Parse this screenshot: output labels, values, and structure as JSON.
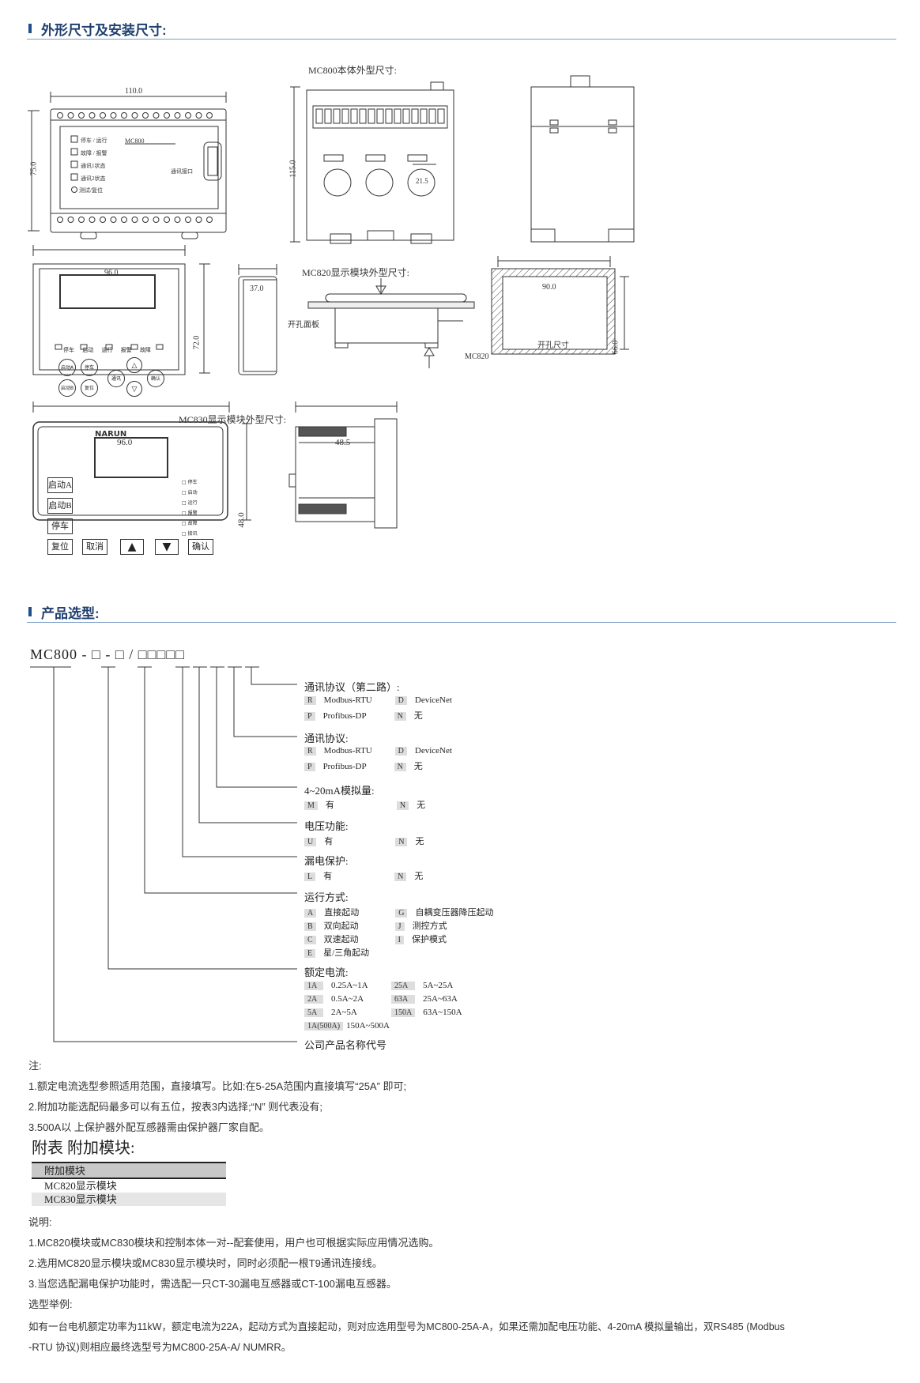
{
  "section1": {
    "title": "外形尺寸及安装尺寸:"
  },
  "drawings": {
    "mc800_title": "MC800本体外型尺寸:",
    "mc800_w": "110.0",
    "mc800_h": "75.0",
    "mc800_side_h": "115.0",
    "mc800_hole": "21.5",
    "mc800_model": "MC800",
    "mc800_port_label": "通讯接口",
    "mc800_ind": [
      "停车 / 运行",
      "故障 / 报警",
      "通讯1状态",
      "通讯2状态",
      "测试/复位"
    ],
    "mc820_title": "MC820显示模块外型尺寸:",
    "mc820_w": "96.0",
    "mc820_h": "72.0",
    "mc820_d": "37.0",
    "mc820_cut_w": "90.0",
    "mc820_cut_h": "66.0",
    "mc820_panel_label": "开孔面板",
    "mc820_label": "MC820",
    "mc820_cut_label": "开孔尺寸",
    "mc820_leds": [
      "停车",
      "启动",
      "运行",
      "报警",
      "故障"
    ],
    "mc820_keys": [
      "启动A",
      "停车",
      "启动B",
      "复位",
      "通讯",
      "确认"
    ],
    "mc830_title": "MC830显示模块外型尺寸:",
    "mc830_w": "96.0",
    "mc830_h": "48.0",
    "mc830_d": "48.5",
    "mc830_brand": "NARUN",
    "mc830_keys": [
      "启动A",
      "启动B",
      "停车",
      "复位",
      "取消",
      "确认"
    ],
    "mc830_leds": [
      "停车",
      "启动",
      "运行",
      "报警",
      "故障",
      "接讯"
    ]
  },
  "section2": {
    "title": "产品选型:"
  },
  "model": {
    "code": "MC800 - □ - □ / □□□□□",
    "groups": [
      {
        "title": "通讯协议（第二路）:",
        "opts": [
          [
            "R",
            "Modbus-RTU",
            "D",
            "DeviceNet"
          ],
          [
            "P",
            "Profibus-DP",
            "N",
            "无"
          ]
        ]
      },
      {
        "title": "通讯协议:",
        "opts": [
          [
            "R",
            "Modbus-RTU",
            "D",
            "DeviceNet"
          ],
          [
            "P",
            "Profibus-DP",
            "N",
            "无"
          ]
        ]
      },
      {
        "title": "4~20mA模拟量:",
        "opts": [
          [
            "M",
            "有",
            "N",
            "无"
          ]
        ]
      },
      {
        "title": "电压功能:",
        "opts": [
          [
            "U",
            "有",
            "N",
            "无"
          ]
        ]
      },
      {
        "title": "漏电保护:",
        "opts": [
          [
            "L",
            "有",
            "N",
            "无"
          ]
        ]
      },
      {
        "title": "运行方式:",
        "opts": [
          [
            "A",
            "直接起动",
            "G",
            "自耦变压器降压起动"
          ],
          [
            "B",
            "双向起动",
            "J",
            "测控方式"
          ],
          [
            "C",
            "双速起动",
            "I",
            "保护模式"
          ],
          [
            "E",
            "星/三角起动",
            "",
            ""
          ]
        ]
      },
      {
        "title": "额定电流:",
        "opts": [
          [
            "1A",
            "0.25A~1A",
            "25A",
            "5A~25A"
          ],
          [
            "2A",
            "0.5A~2A",
            "63A",
            "25A~63A"
          ],
          [
            "5A",
            "2A~5A",
            "150A",
            "63A~150A"
          ],
          [
            "1A(500A)",
            "150A~500A",
            "",
            ""
          ]
        ]
      },
      {
        "title": "公司产品名称代号",
        "opts": []
      }
    ]
  },
  "notes": {
    "head": "注:",
    "items": [
      "1.额定电流选型参照适用范围，直接填写。比如:在5-25A范围内直接填写“25A” 即可;",
      "2.附加功能选配码最多可以有五位，按表3内选择;“N” 则代表没有;",
      "3.500A以 上保护器外配互感器需由保护器厂家自配。"
    ]
  },
  "appendix": {
    "title": "附表  附加模块:",
    "header": "附加模块",
    "rows": [
      "MC820显示模块",
      "MC830显示模块"
    ]
  },
  "explain": {
    "head": "说明:",
    "items": [
      "1.MC820模块或MC830模块和控制本体一对--配套使用，用户也可根据实际应用情况选购。",
      "2.选用MC820显示模块或MC830显示模块时，同时必须配一根T9通讯连接线。",
      "3.当您选配漏电保护功能时，需选配一只CT-30漏电互感器或CT-100漏电互感器。"
    ],
    "example_head": "选型举例:",
    "example_1": "如有一台电机额定功率为11kW，额定电流为22A，起动方式为直接起动，则对应选用型号为MC800-25A-A，如果还需加配电压功能、4-20mA 模拟量输出，双RS485 (Modbus",
    "example_2": "-RTU 协议)则相应最终选型号为MC800-25A-A/ NUMRR。"
  }
}
